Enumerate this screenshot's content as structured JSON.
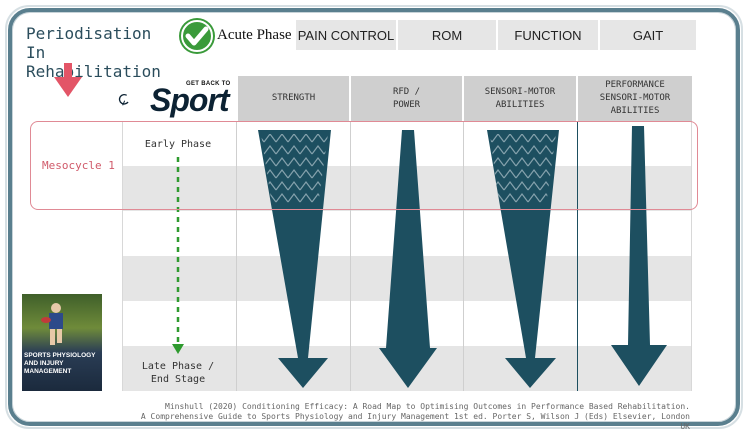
{
  "title": "Periodisation In\nRehabilitation",
  "top_bar": {
    "acute": "Acute Phase",
    "items": [
      "PAIN CONTROL",
      "ROM",
      "FUNCTION",
      "GAIT"
    ]
  },
  "logo": {
    "small_text": "GET BACK TO",
    "text": "Sport"
  },
  "columns": [
    {
      "label": "STRENGTH"
    },
    {
      "label": "RFD /\nPOWER"
    },
    {
      "label": "SENSORI-MOTOR\nABILITIES"
    },
    {
      "label": "PERFORMANCE\nSENSORI-MOTOR\nABILITIES"
    }
  ],
  "phases": {
    "early": "Early Phase",
    "late": "Late Phase /\nEnd Stage"
  },
  "mesocycle": "Mesocycle 1",
  "book": {
    "title": "Sports Physiology and Injury Management"
  },
  "citation": [
    "Minshull (2020) Conditioning Efficacy: A Road Map to Optimising Outcomes in Performance Based Rehabilitation.",
    "A Comprehensive Guide to Sports Physiology and Injury Management 1st ed. Porter S, Wilson J (Eds) Elsevier, London UK"
  ],
  "colors": {
    "arrow": "#1d4f60",
    "frame": "#5a7f8e",
    "mesocycle": "#d05a6a",
    "red_arrow": "#e35567",
    "check_green": "#3a9a3a",
    "dotted_green": "#2e9a2e"
  }
}
